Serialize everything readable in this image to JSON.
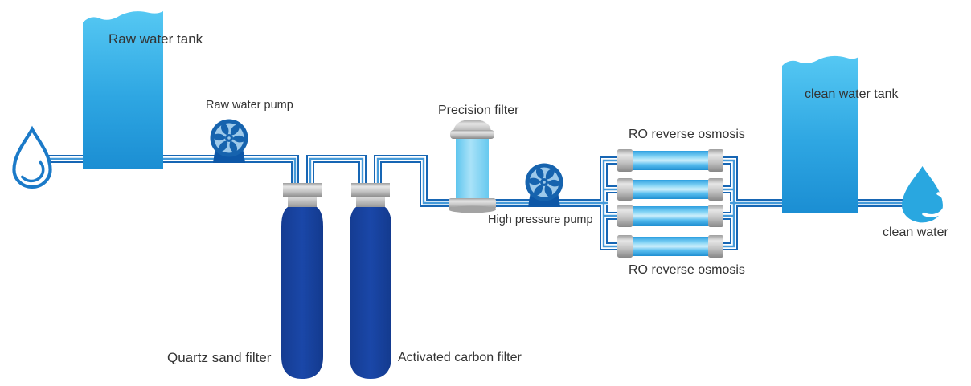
{
  "diagram": {
    "type": "water-treatment-process-flow",
    "labels": {
      "raw_water_tank": "Raw water tank",
      "raw_water_pump": "Raw water pump",
      "quartz_sand_filter": "Quartz sand filter",
      "activated_carbon_filter": "Activated carbon filter",
      "precision_filter": "Precision filter",
      "high_pressure_pump": "High pressure pump",
      "ro_reverse_osmosis_top": "RO reverse osmosis",
      "ro_reverse_osmosis_bottom": "RO reverse osmosis",
      "clean_water_tank": "clean water tank",
      "clean_water": "clean water"
    },
    "flow_sequence": [
      "raw water drop",
      "Raw water tank",
      "Raw water pump",
      "Quartz sand filter",
      "Activated carbon filter",
      "Precision filter",
      "High pressure pump",
      "RO reverse osmosis",
      "clean water tank",
      "clean water"
    ],
    "ro_membrane_count": 4,
    "colors": {
      "pipe_outline": "#1766b4",
      "pipe_core": "#459ad9",
      "water_tank_top": "#55c8f3",
      "water_tank_bottom": "#1b8ed3",
      "filter_tank_navy": "#17419e",
      "precision_body": "#7fd0f0",
      "ro_tube_cyan": "#35aee8",
      "cap_gray": "#c2c2c2",
      "pump_blue": "#1663ae",
      "pump_inner": "#9dc9ea",
      "drop_outline": "#1b7ac8",
      "drop_fill": "#29a7e0",
      "label_text": "#333333"
    }
  }
}
